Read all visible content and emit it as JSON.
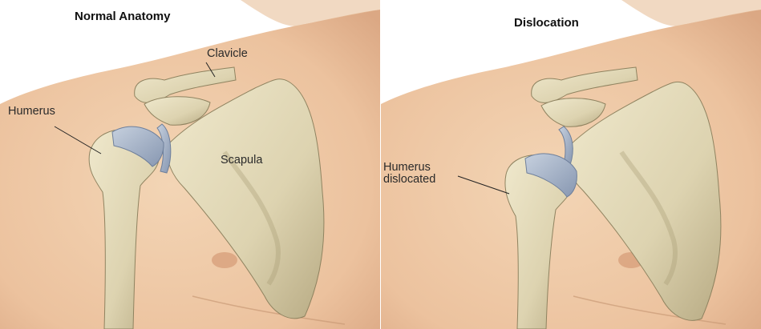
{
  "panels": {
    "left": {
      "title": "Normal Anatomy",
      "labels": {
        "clavicle": "Clavicle",
        "humerus": "Humerus",
        "scapula": "Scapula"
      }
    },
    "right": {
      "title": "Dislocation",
      "labels": {
        "humerus_line1": "Humerus",
        "humerus_line2": "dislocated"
      }
    }
  },
  "colors": {
    "skin": "#efc9a5",
    "skin_shadow": "#d9a47e",
    "bone": "#e4dcbd",
    "bone_shadow": "#b9ad86",
    "cartilage": "#a9b8cc",
    "background": "#ffffff"
  }
}
